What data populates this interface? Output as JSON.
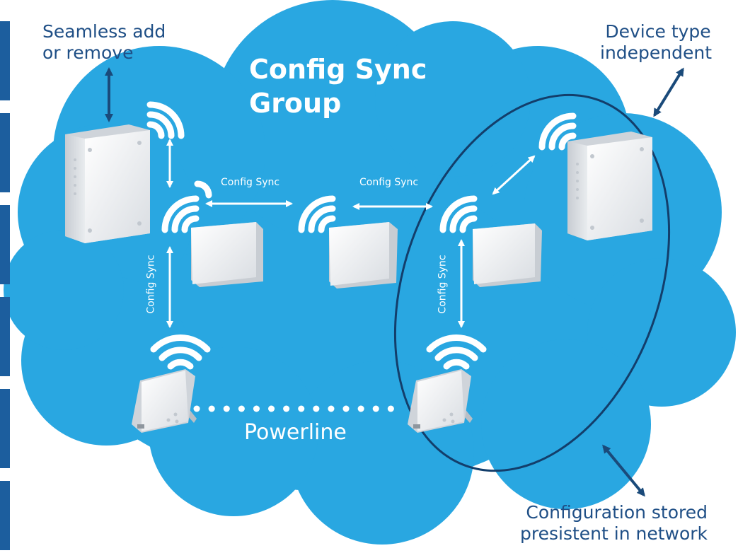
{
  "diagram": {
    "title_line1": "Config Sync",
    "title_line2": "Group",
    "link_label": "Config Sync",
    "powerline_label": "Powerline",
    "callouts": {
      "add_remove_line1": "Seamless add",
      "add_remove_line2": "or remove",
      "device_type_line1": "Device type",
      "device_type_line2": "independent",
      "stored_line1": "Configuration stored",
      "stored_line2": "presistent in network"
    }
  },
  "colors": {
    "cloud": "#29a7e1",
    "text_dark": "#1f4f86",
    "ellipse": "#133e6b",
    "white": "#ffffff"
  }
}
